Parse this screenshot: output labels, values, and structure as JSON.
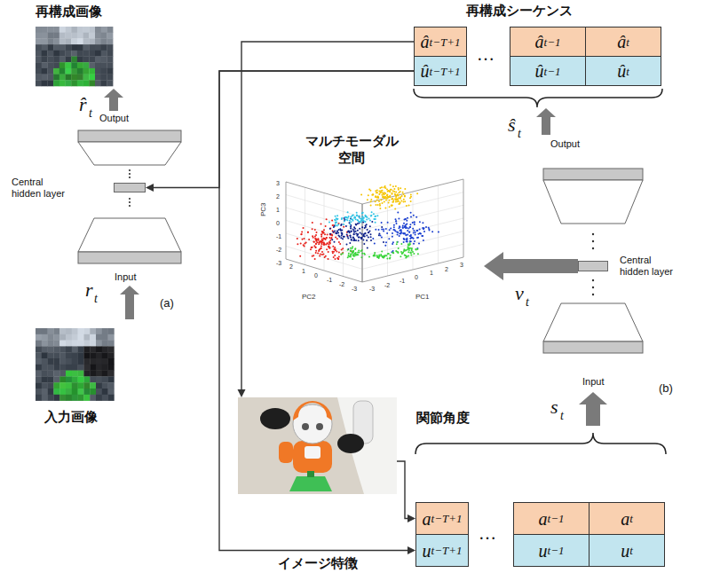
{
  "diagram": {
    "nodes": [
      {
        "text": [
          "â",
          "t−T+1"
        ]
      },
      {
        "text": [
          "â",
          "t−1"
        ]
      },
      {
        "text": [
          "â",
          "t"
        ]
      },
      {
        "text": [
          "û",
          "t−T+1"
        ]
      },
      {
        "text": [
          "û",
          "t−1"
        ]
      },
      {
        "text": [
          "û",
          "t"
        ]
      },
      {
        "text": [
          "Central hidden layer"
        ]
      },
      {
        "text": [
          "マルチモーダル 空間"
        ]
      },
      {
        "text": [
          "Central hidden layer"
        ]
      },
      {
        "text": [
          "関節角度"
        ]
      },
      {
        "text": [
          "a",
          "t−T+1"
        ]
      },
      {
        "text": [
          "a",
          "t−1"
        ]
      },
      {
        "text": [
          "a",
          "t"
        ]
      },
      {
        "text": [
          "u",
          "t−T+1"
        ]
      },
      {
        "text": [
          "u",
          "t−1"
        ]
      },
      {
        "text": [
          "u",
          "t"
        ]
      }
    ],
    "edges": [
      {
        "from": 3,
        "to": 6,
        "arrow": "to"
      },
      {
        "from": 3,
        "to": 13,
        "arrow": "to",
        "label": "イメージ特徴"
      },
      {
        "from": 0,
        "to": 9,
        "arrow": "to"
      },
      {
        "from": 9,
        "to": 10,
        "arrow": "to"
      },
      {
        "from": 8,
        "to": 7,
        "arrow": "to"
      }
    ],
    "labels": [
      "再構成画像",
      "再構成シーケンス",
      "r̂",
      "t",
      "Output",
      "Output",
      "ŝ",
      "t",
      "Input",
      "Input",
      "r",
      "t",
      "s",
      "t",
      "(a)",
      "(b)",
      "v",
      "t",
      "入力画像",
      "…",
      "…",
      "PC3",
      "PC1",
      "PC2",
      "3",
      "2",
      "1",
      "0",
      "-1",
      "-2",
      "-3",
      "-3",
      "-2",
      "-1",
      "0",
      "1",
      "2",
      "3",
      "2",
      "1",
      "0",
      "-1",
      "-2",
      "-3"
    ]
  }
}
